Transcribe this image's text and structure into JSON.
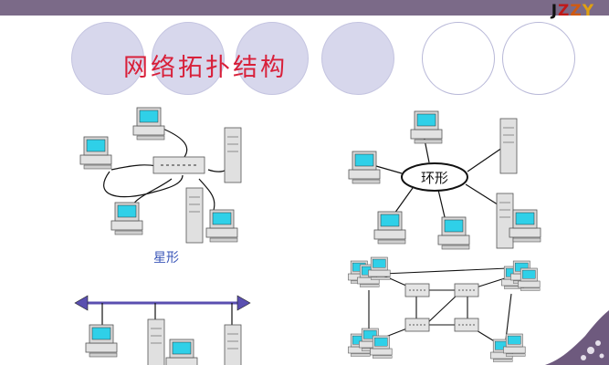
{
  "header": {
    "logo": {
      "j": "J",
      "z1": "Z",
      "z2": "Z",
      "y": "Y"
    }
  },
  "slide": {
    "title": "网络拓扑结构",
    "star_label": "星形",
    "ring_label": "环形"
  },
  "colors": {
    "title": "#d8203a",
    "top_bar": "#7b6a88",
    "bubble": "#d7d7ec",
    "screen": "#2fd0e8"
  }
}
